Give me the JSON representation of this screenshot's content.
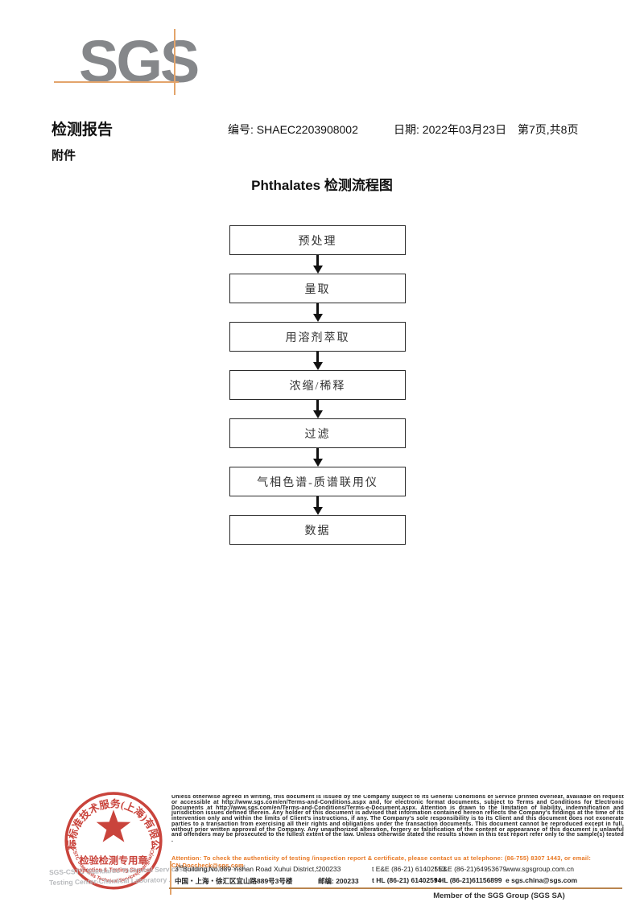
{
  "logo": {
    "text": "SGS"
  },
  "header": {
    "title": "检测报告",
    "report_no": "编号: SHAEC2203908002",
    "date": "日期: 2022年03月23日",
    "pagination": "第7页,共8页",
    "attachment": "附件"
  },
  "flowchart": {
    "title": "Phthalates 检测流程图",
    "steps": [
      "预处理",
      "量取",
      "用溶剂萃取",
      "浓缩/稀释",
      "过滤",
      "气相色谱-质谱联用仪",
      "数据"
    ]
  },
  "stamp": {
    "ring_text_top": "通标标准技术服务(上海)有限公司",
    "ring_text_bottom": "SGS-CSTC Standards Technical Services(Shanghai)Co.,Ltd.",
    "inner_line1": "检验检测专用章",
    "inner_line2": "Inspection & Testing Services",
    "color": "#c5352c"
  },
  "company_lines": {
    "line1": "SGS-CSTC Standards Technical Services (Shanghai) Co.,Ltd.",
    "line2": "Testing Center-Chemical Laboratory ."
  },
  "footer": {
    "disclaimer": "Unless otherwise agreed in writing, this document is issued by the Company subject to its General Conditions of Service printed overleaf, available on request or accessible at http://www.sgs.com/en/Terms-and-Conditions.aspx and, for electronic format documents, subject to Terms and Conditions for Electronic Documents at http://www.sgs.com/en/Terms-and-Conditions/Terms-e-Document.aspx. Attention is drawn to the limitation of liability, indemnification and jurisdiction issues defined therein. Any holder of this document is advised that information contained hereon reflects the Company's findings at the time of its intervention only and within the limits of Client's instructions, if any. The Company's sole responsibility is to its Client and this document does not exonerate parties to a transaction from exercising all their rights and obligations under the transaction documents. This document cannot be reproduced except in full, without prior written approval of the Company. Any unauthorized alteration, forgery or falsification of the content or appearance of this document is unlawful and offenders may be prosecuted to the fullest extent of the law. Unless otherwise stated the results shown in this test report refer only to the sample(s) tested .",
    "attention": "Attention: To check the authenticity of testing /inspection report & certificate, please contact us at telephone: (86-755) 8307 1443, or email: CN.Doccheck@sgs.com",
    "address_en_base": "3",
    "address_en_sup": "rd",
    "address_en_rest": "Building,No.889 Yishan Road Xuhui District,Shanghai China",
    "zip_en": "200233",
    "tel_en": "t E&E (86-21) 61402553",
    "fax_en": "f E&E (86-21)64953679",
    "web": "www.sgsgroup.com.cn",
    "address_cn": "中国・上海・徐汇区宜山路889号3号楼",
    "zip_cn": "邮编: 200233",
    "tel_cn": "t HL (86-21) 61402594",
    "fax_cn": "f HL (86-21)61156899",
    "email": "e sgs.china@sgs.com",
    "member": "Member of the SGS Group (SGS SA)"
  }
}
